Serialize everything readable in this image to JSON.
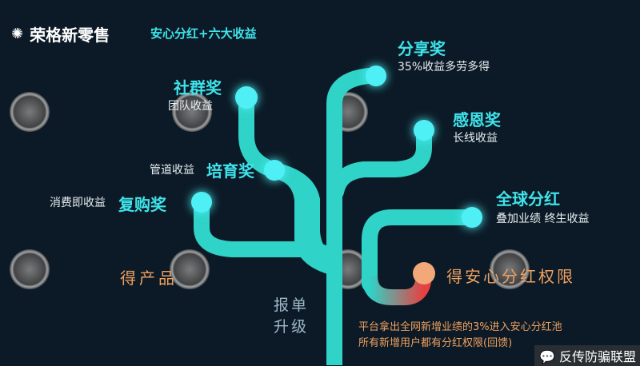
{
  "header": {
    "brand": "荣格新零售",
    "subtitle": "安心分红+六大收益"
  },
  "nodes": {
    "share": {
      "title": "分享奖",
      "desc": "35%收益多劳多得"
    },
    "community": {
      "title": "社群奖",
      "desc": "团队收益"
    },
    "gratitude": {
      "title": "感恩奖",
      "desc": "长线收益"
    },
    "nurture": {
      "title": "培育奖",
      "desc": "管道收益"
    },
    "repurchase": {
      "title": "复购奖",
      "desc": "消费即收益"
    },
    "global": {
      "title": "全球分红",
      "desc": "叠加业绩 终生收益"
    },
    "product": {
      "title": "得产品"
    },
    "upgrade": {
      "line1": "报单",
      "line2": "升级"
    },
    "bonus": {
      "title": "得安心分红权限",
      "line1": "平台拿出全网新增业绩的3%进入安心分红池",
      "line2": "所有新增用户都有分红权限(回馈)"
    }
  },
  "watermark": {
    "text": "反传防骗联盟"
  },
  "colors": {
    "teal": "#2fd3c8",
    "dot": "#4ff0f5",
    "red": "#e83a3a",
    "orange": "#f2a878"
  }
}
